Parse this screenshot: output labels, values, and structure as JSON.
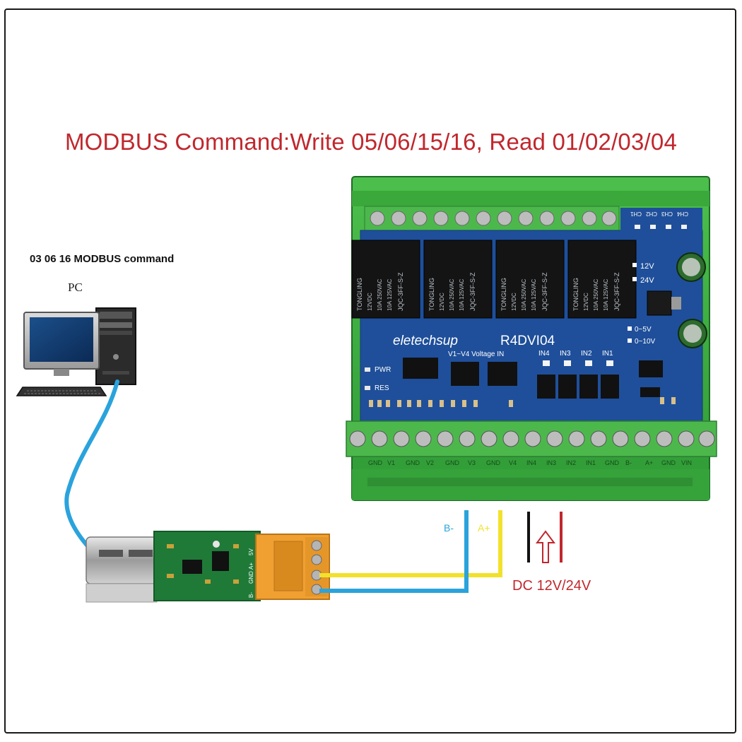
{
  "title": "MODBUS Command:Write 05/06/15/16, Read 01/02/03/04",
  "pc": {
    "caption": "03 06 16 MODBUS command",
    "label": "PC"
  },
  "board": {
    "brand": "eletechsup",
    "model": "R4DVI04",
    "input_caption": "V1~V4 Voltage IN",
    "relay_brand": "TONGLING",
    "relay_model": "JQC-3FF-S-Z",
    "relay_coil": "12VDC",
    "relay_rating_1": "10A 250VAC",
    "relay_rating_2": "10A 125VAC",
    "channel_leds": [
      "CH1",
      "CH2",
      "CH3",
      "CH4"
    ],
    "power_options": [
      "12V",
      "24V"
    ],
    "range_options": [
      "0~5V",
      "0~10V"
    ],
    "input_leds": [
      "IN4",
      "IN3",
      "IN2",
      "IN1"
    ],
    "status": [
      "PWR",
      "RES"
    ],
    "bottom_terminals": [
      "GND",
      "V1",
      "GND",
      "V2",
      "GND",
      "V3",
      "GND",
      "V4",
      "IN4",
      "IN3",
      "IN2",
      "IN1",
      "GND",
      "B-",
      "A+",
      "GND",
      "VIN"
    ]
  },
  "adapter": {
    "pins": [
      "5V",
      "A+",
      "GND",
      "B-"
    ]
  },
  "wires": {
    "b_label": "B-",
    "a_label": "A+",
    "dc_label": "DC 12V/24V",
    "colors": {
      "blue": "#2aa3dc",
      "yellow": "#f2e12c",
      "black": "#111111",
      "red": "#c0272d"
    }
  },
  "colors": {
    "title_red": "#c0272d",
    "enclosure_green": "#3fae3f",
    "pcb_blue": "#1f4f9a",
    "relay_black": "#141414",
    "terminal_green": "#4cb84c",
    "adapter_green": "#1f7a38",
    "terminal_orange": "#f0a030"
  }
}
